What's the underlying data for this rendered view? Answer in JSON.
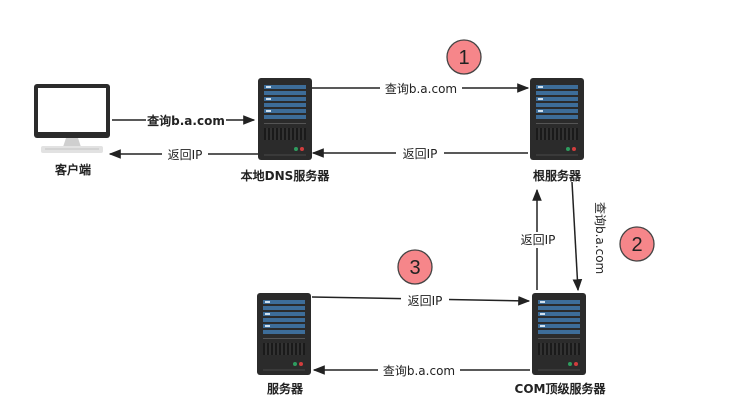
{
  "nodes": {
    "client": "客户端",
    "local_dns": "本地DNS服务器",
    "root": "根服务器",
    "com": "COM顶级服务器",
    "server": "服务器"
  },
  "edges": {
    "client_to_local": "查询b.a.com",
    "local_to_client": "返回IP",
    "local_to_root": "查询b.a.com",
    "root_to_local": "返回IP",
    "root_to_com": "查询b.a.com",
    "com_to_root": "返回IP",
    "com_to_server": "查询b.a.com",
    "server_to_com": "返回IP"
  },
  "steps": [
    "1",
    "2",
    "3"
  ],
  "colors": {
    "badge_fill": "#f6868a",
    "badge_stroke": "#444444",
    "server_dark": "#2b2b2b",
    "server_accent": "#3d6d99",
    "arrow": "#222222"
  }
}
